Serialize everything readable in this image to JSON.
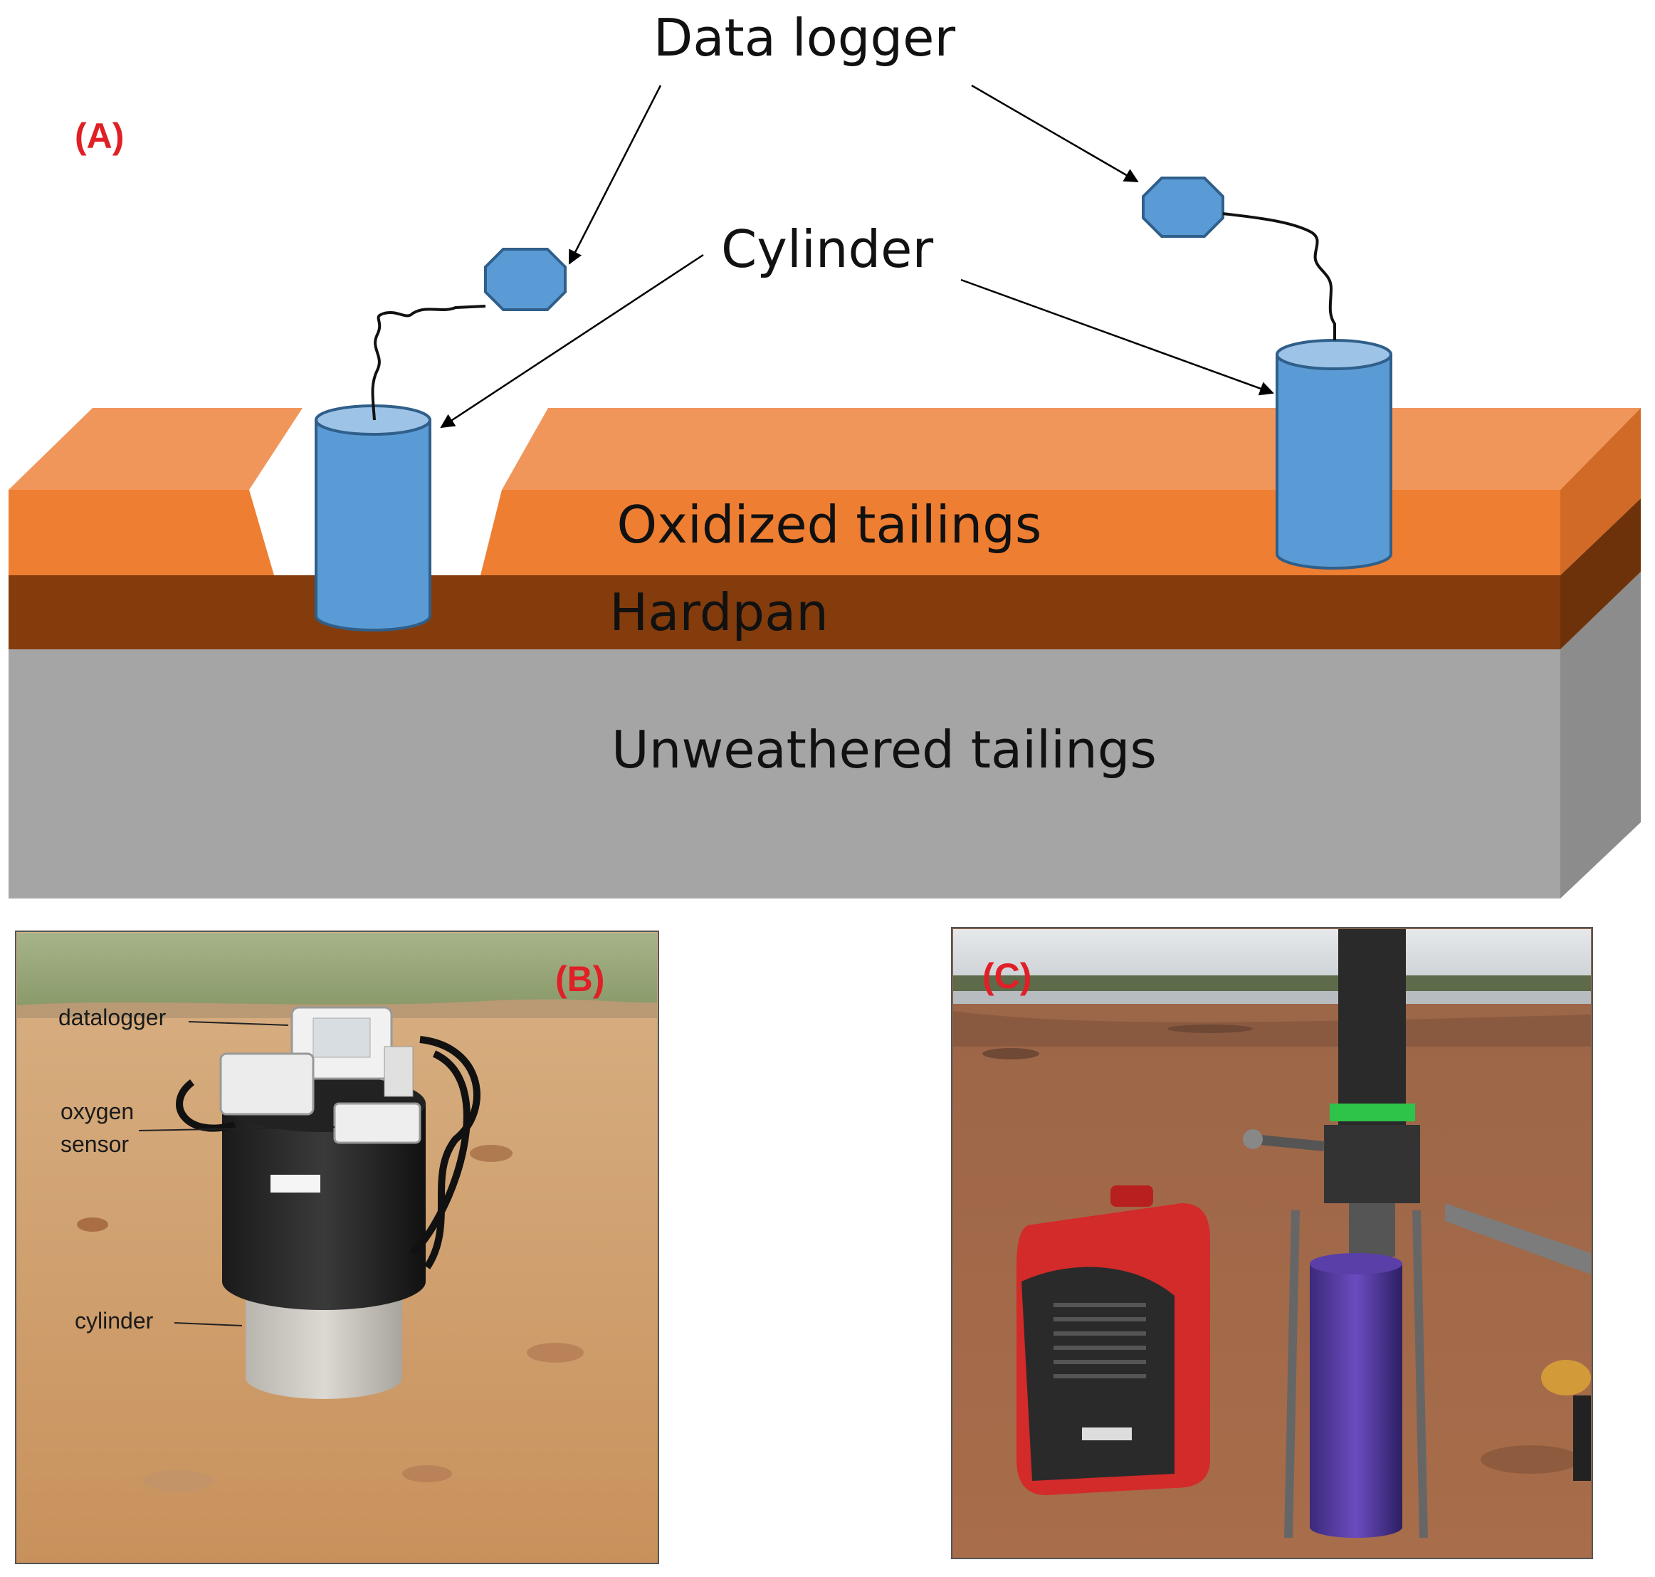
{
  "panel_a": {
    "tag": "(A)",
    "labels": {
      "data_logger": "Data logger",
      "cylinder": "Cylinder",
      "oxidized": "Oxidized tailings",
      "hardpan": "Hardpan",
      "unweathered": "Unweathered tailings"
    },
    "colors": {
      "oxidized_top": "#f0965a",
      "oxidized_front": "#ee7e32",
      "oxidized_side": "#d06a26",
      "hardpan_front": "#843c0c",
      "hardpan_side": "#6e320a",
      "unweathered_front": "#a5a5a5",
      "unweathered_side": "#8c8c8c",
      "cylinder_fill": "#5b9bd5",
      "cylinder_stroke": "#2f5f8a",
      "tag_color": "#e01f26"
    }
  },
  "panel_b": {
    "tag": "(B)",
    "labels": {
      "datalogger": "datalogger",
      "oxygen_sensor_line1": "oxygen",
      "oxygen_sensor_line2": "sensor",
      "cylinder": "cylinder"
    }
  },
  "panel_c": {
    "tag": "(C)"
  }
}
